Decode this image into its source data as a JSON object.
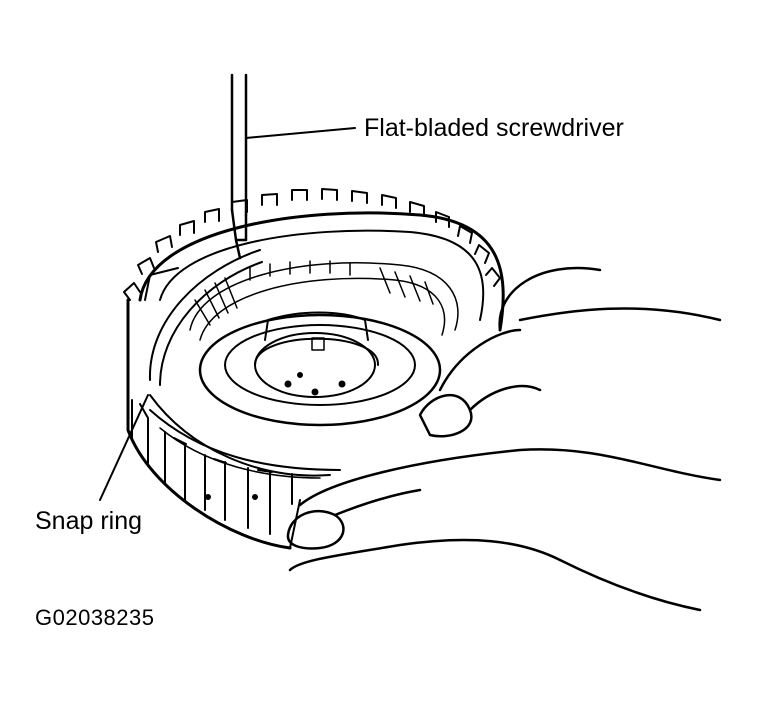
{
  "callouts": {
    "screwdriver": "Flat-bladed screwdriver",
    "snap_ring": "Snap ring"
  },
  "figure_id": "G02038235",
  "colors": {
    "ink": "#000000",
    "paper": "#ffffff"
  }
}
